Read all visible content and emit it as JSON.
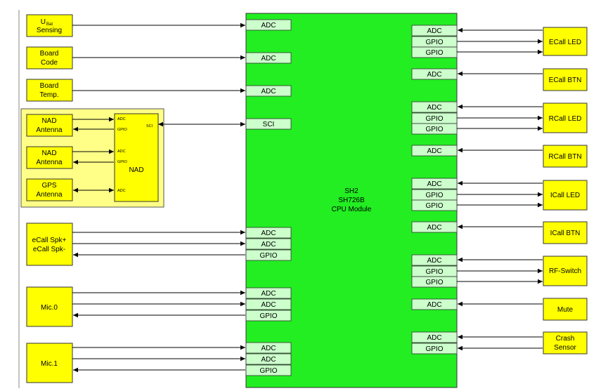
{
  "cpu": {
    "lines": [
      "SH2",
      "SH726B",
      "CPU Module"
    ]
  },
  "nad_group": {
    "module_label": "NAD",
    "module_port_labels": [
      "ADC",
      "GPIO",
      "ADC",
      "GPIO",
      "ADC"
    ],
    "sci_label": "SCI"
  },
  "left_blocks": [
    {
      "id": "ubat",
      "label_main": "U",
      "label_sub": "Bat",
      "label_line2": "Sensing"
    },
    {
      "id": "board-code",
      "lines": [
        "Board",
        "Code"
      ]
    },
    {
      "id": "board-temp",
      "lines": [
        "Board",
        "Temp."
      ]
    },
    {
      "id": "nad-antenna-1",
      "lines": [
        "NAD",
        "Antenna"
      ]
    },
    {
      "id": "nad-antenna-2",
      "lines": [
        "NAD",
        "Antenna"
      ]
    },
    {
      "id": "gps-antenna",
      "lines": [
        "GPS",
        "Antenna"
      ]
    },
    {
      "id": "ecall-spk",
      "lines": [
        "eCall Spk+",
        "eCall Spk-"
      ]
    },
    {
      "id": "mic-0",
      "lines": [
        "Mic.0"
      ]
    },
    {
      "id": "mic-1",
      "lines": [
        "Mic.1"
      ]
    }
  ],
  "right_blocks": [
    {
      "id": "ecall-led",
      "lines": [
        "ECall LED"
      ]
    },
    {
      "id": "ecall-btn",
      "lines": [
        "ECall BTN"
      ]
    },
    {
      "id": "rcall-led",
      "lines": [
        "RCall LED"
      ]
    },
    {
      "id": "rcall-btn",
      "lines": [
        "RCall BTN"
      ]
    },
    {
      "id": "icall-led",
      "lines": [
        "ICall LED"
      ]
    },
    {
      "id": "icall-btn",
      "lines": [
        "ICall BTN"
      ]
    },
    {
      "id": "rf-switch",
      "lines": [
        "RF-Switch"
      ]
    },
    {
      "id": "mute",
      "lines": [
        "Mute"
      ]
    },
    {
      "id": "crash-sensor",
      "lines": [
        "Crash",
        "Sensor"
      ]
    }
  ],
  "left_ports": [
    "ADC",
    "ADC",
    "ADC",
    "SCI",
    "ADC",
    "ADC",
    "GPIO",
    "ADC",
    "ADC",
    "GPIO",
    "ADC",
    "ADC",
    "GPIO"
  ],
  "right_ports": [
    "ADC",
    "GPIO",
    "GPIO",
    "ADC",
    "ADC",
    "GPIO",
    "GPIO",
    "ADC",
    "ADC",
    "GPIO",
    "GPIO",
    "ADC",
    "ADC",
    "GPIO",
    "GPIO",
    "ADC",
    "ADC",
    "GPIO"
  ],
  "colors": {
    "cpu": "#22ee22",
    "port": "#ccffcc",
    "block": "#ffff00",
    "group": "#ffff88",
    "line": "#000000"
  }
}
